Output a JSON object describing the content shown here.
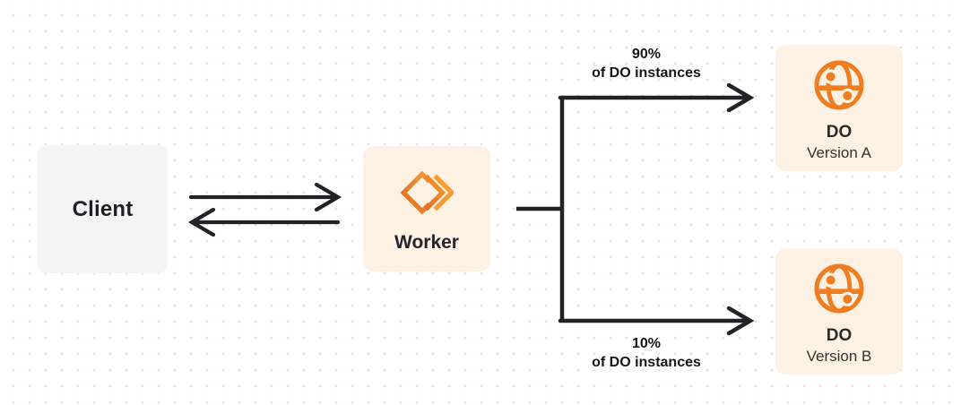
{
  "diagram": {
    "description": "Worker routing traffic between two Durable Object versions",
    "nodes": {
      "client": {
        "label": "Client",
        "bg_color": "#f4f4f5"
      },
      "worker": {
        "label": "Worker",
        "bg_color": "#fcf1e2",
        "icon": "workers-icon",
        "accent_color": "#f2801f"
      },
      "do_version_a": {
        "title": "DO",
        "subtitle": "Version A",
        "bg_color": "#fcf1e2",
        "icon": "globe-icon"
      },
      "do_version_b": {
        "title": "DO",
        "subtitle": "Version B",
        "bg_color": "#fcf1e2",
        "icon": "globe-icon"
      }
    },
    "edges": {
      "client_worker": {
        "style": "bidirectional-arrows"
      },
      "top_branch": {
        "percent": "90%",
        "caption": "of DO instances",
        "target": "do_version_a"
      },
      "bottom_branch": {
        "percent": "10%",
        "caption": "of DO instances",
        "target": "do_version_b"
      }
    },
    "colors": {
      "line": "#232227",
      "orange_dark": "#e06b26",
      "orange_light": "#f69c33",
      "globe_orange": "#ef7d22",
      "dot_grid": "#e3e3e6"
    }
  }
}
